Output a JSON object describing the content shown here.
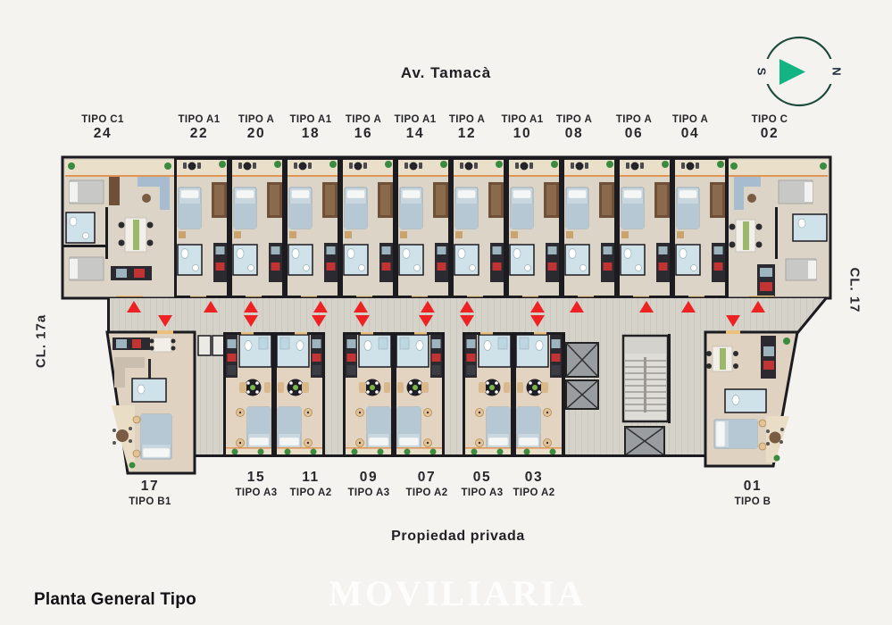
{
  "streets": {
    "top": "Av. Tamacà",
    "left": "CL. 17a",
    "right": "CL. 17",
    "bottom": "Propiedad privada"
  },
  "title": "Planta General Tipo",
  "watermark": "MOVILIARIA",
  "compass": {
    "south": "S",
    "north": "N"
  },
  "top_units": [
    {
      "type": "TIPO C1",
      "number": "24"
    },
    {
      "type": "TIPO A1",
      "number": "22"
    },
    {
      "type": "TIPO A",
      "number": "20"
    },
    {
      "type": "TIPO A1",
      "number": "18"
    },
    {
      "type": "TIPO A",
      "number": "16"
    },
    {
      "type": "TIPO A1",
      "number": "14"
    },
    {
      "type": "TIPO A",
      "number": "12"
    },
    {
      "type": "TIPO A1",
      "number": "10"
    },
    {
      "type": "TIPO A",
      "number": "08"
    },
    {
      "type": "TIPO A",
      "number": "06"
    },
    {
      "type": "TIPO A",
      "number": "04"
    },
    {
      "type": "TIPO C",
      "number": "02"
    }
  ],
  "bottom_units": [
    {
      "number": "17",
      "type": "TIPO B1"
    },
    {
      "number": "15",
      "type": "TIPO A3"
    },
    {
      "number": "11",
      "type": "TIPO A2"
    },
    {
      "number": "09",
      "type": "TIPO A3"
    },
    {
      "number": "07",
      "type": "TIPO A2"
    },
    {
      "number": "05",
      "type": "TIPO A3"
    },
    {
      "number": "03",
      "type": "TIPO A2"
    },
    {
      "number": "01",
      "type": "TIPO B"
    }
  ],
  "colors": {
    "background": "#f4f3f0",
    "wall": "#1b1b20",
    "unit_floor": "#dcd4c7",
    "corridor": "#d5d2ca",
    "balcony": "#eadfc9",
    "accent_orange": "#df9554",
    "door_threshold": "#e9c07c",
    "arrow_red": "#ee2222",
    "bed_blue": "#c8d6e0",
    "bath_blue": "#cfe2ea",
    "kitchen_dark": "#2a2a30",
    "stove_red": "#c23333",
    "plant_green": "#3a8a3f",
    "compass_ring": "#1c4a3c",
    "compass_arrow": "#13b484",
    "wood_brown": "#6e5138"
  }
}
